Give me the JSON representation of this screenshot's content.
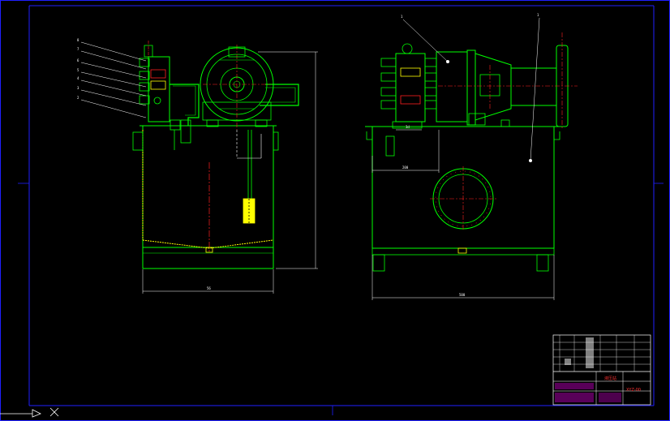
{
  "drawing": {
    "background": "#000000",
    "colors": {
      "frame": "#2020ff",
      "outline": "#00ff00",
      "center_line": "#ff2020",
      "leader": "#ffffff",
      "cyan": "#00ffff",
      "yellow": "#ffff00",
      "magenta": "#ff00ff",
      "hatch": "#ffff00"
    },
    "balloons_left": [
      "8",
      "7",
      "6",
      "5",
      "4",
      "3",
      "2"
    ],
    "balloons_right": [
      "1",
      "1"
    ],
    "dimensions": {
      "left_width": "56",
      "left_height": "",
      "right_width": "500",
      "right_sub": "200",
      "right_sub2": "3d"
    },
    "title_block": {
      "title": "液压站",
      "code": "XYZ-00"
    }
  }
}
